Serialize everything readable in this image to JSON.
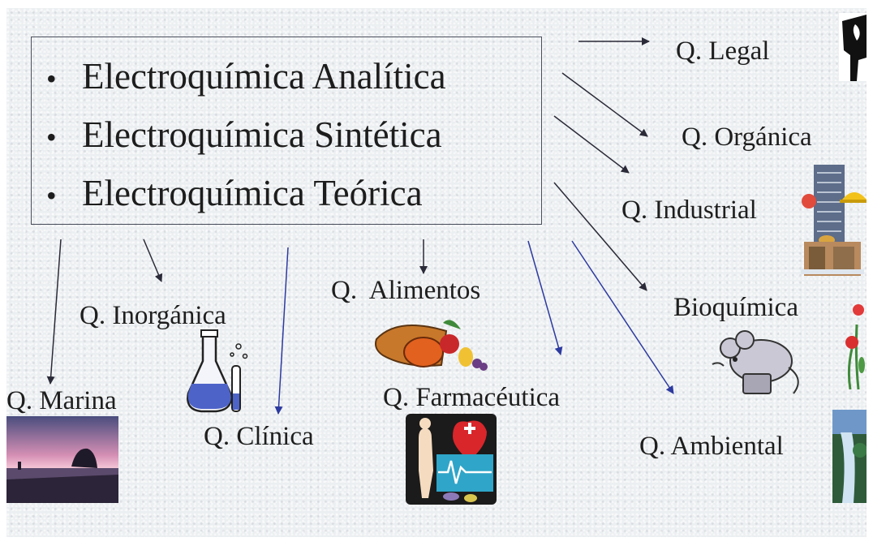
{
  "main_box": {
    "items": [
      {
        "bullet": "•",
        "label": "Electroquímica Analítica"
      },
      {
        "bullet": "•",
        "label": "Electroquímica Sintética"
      },
      {
        "bullet": "•",
        "label": "Electroquímica Teórica"
      }
    ]
  },
  "branches": {
    "legal": "Q. Legal",
    "organica": "Q. Orgánica",
    "industrial": "Q. Industrial",
    "bioquimica": "Bioquímica",
    "ambiental": "Q. Ambiental",
    "farmaceutica": "Q. Farmacéutica",
    "alimentos": "Q.  Alimentos",
    "clinica": "Q. Clínica",
    "inorganica": "Q. Inorgánica",
    "marina": "Q. Marina"
  },
  "colors": {
    "background": "#eceff1",
    "text": "#1e1e1e",
    "arrow_dark": "#2a2a38",
    "arrow_blue": "#2d3aa0"
  },
  "icons": [
    "cow-icon",
    "industrial-building-icon",
    "lab-flask-icon",
    "food-cornucopia-icon",
    "medical-icon",
    "lab-mouse-icon",
    "flower-icon",
    "sunset-beach-image",
    "waterfall-image"
  ]
}
